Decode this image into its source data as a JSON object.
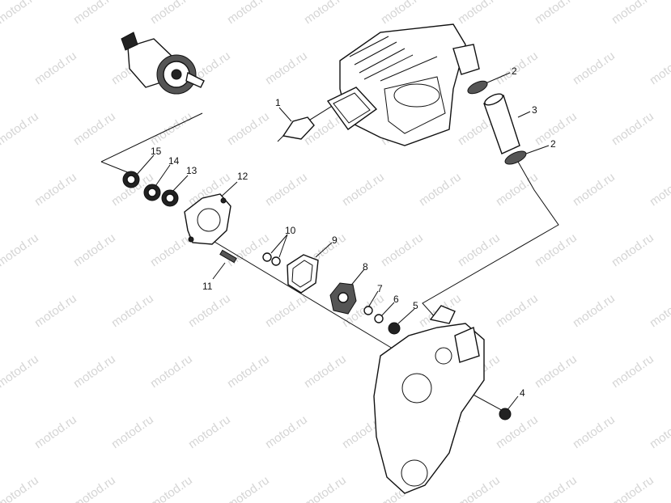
{
  "watermark": "motod.ru",
  "callouts": [
    {
      "id": "1",
      "label": "1"
    },
    {
      "id": "2a",
      "label": "2"
    },
    {
      "id": "2b",
      "label": "2"
    },
    {
      "id": "3",
      "label": "3"
    },
    {
      "id": "4",
      "label": "4"
    },
    {
      "id": "5",
      "label": "5"
    },
    {
      "id": "6",
      "label": "6"
    },
    {
      "id": "7",
      "label": "7"
    },
    {
      "id": "8",
      "label": "8"
    },
    {
      "id": "9",
      "label": "9"
    },
    {
      "id": "10",
      "label": "10"
    },
    {
      "id": "11",
      "label": "11"
    },
    {
      "id": "12",
      "label": "12"
    },
    {
      "id": "13",
      "label": "13"
    },
    {
      "id": "14",
      "label": "14"
    },
    {
      "id": "15",
      "label": "15"
    }
  ]
}
